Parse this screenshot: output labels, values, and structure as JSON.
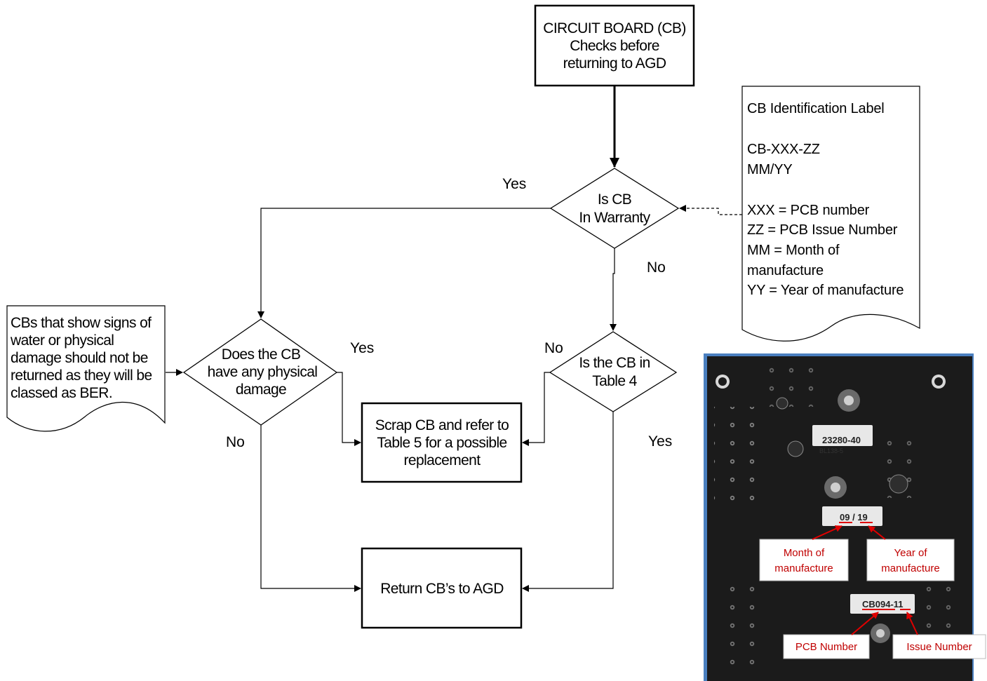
{
  "flowchart": {
    "start": {
      "lines": [
        "CIRCUIT BOARD (CB)",
        "Checks before",
        "returning to AGD"
      ]
    },
    "decision_warranty": {
      "lines": [
        "Is CB",
        "In Warranty"
      ]
    },
    "decision_damage": {
      "lines": [
        "Does the CB",
        "have any physical",
        "damage"
      ]
    },
    "decision_table4": {
      "lines": [
        "Is the CB in",
        "Table 4"
      ]
    },
    "process_scrap": {
      "lines": [
        "Scrap CB and refer to",
        "Table 5 for a possible",
        "replacement"
      ]
    },
    "process_return": {
      "lines": [
        "Return CB’s to AGD"
      ]
    },
    "edge_labels": {
      "warranty_yes": "Yes",
      "warranty_no": "No",
      "damage_yes": "Yes",
      "damage_no": "No",
      "table4_no": "No",
      "table4_yes": "Yes"
    },
    "note_damage": {
      "lines": [
        "CBs that show signs of",
        "water or  physical",
        "damage should not be",
        "returned as they will be",
        "classed as BER."
      ]
    },
    "note_label": {
      "lines": [
        "CB Identification Label",
        "",
        "CB-XXX-ZZ",
        "MM/YY",
        "",
        "XXX = PCB number",
        "ZZ = PCB Issue Number",
        "MM = Month of",
        "manufacture",
        "YY = Year of manufacture"
      ]
    }
  },
  "photo": {
    "board_label_1": "23280-40",
    "board_label_1_sub": "BL138-5",
    "date_sticker": "09 / 19",
    "pcb_sticker": "CB094-11",
    "callouts": {
      "month": [
        "Month of",
        "manufacture"
      ],
      "year": [
        "Year of",
        "manufacture"
      ],
      "pcb_number": "PCB Number",
      "issue_number": "Issue Number"
    },
    "colors": {
      "board": "#1b1b1b",
      "callout_text": "#c00000",
      "arrow": "#e00000",
      "background_blue": "#4a7fbf"
    }
  }
}
